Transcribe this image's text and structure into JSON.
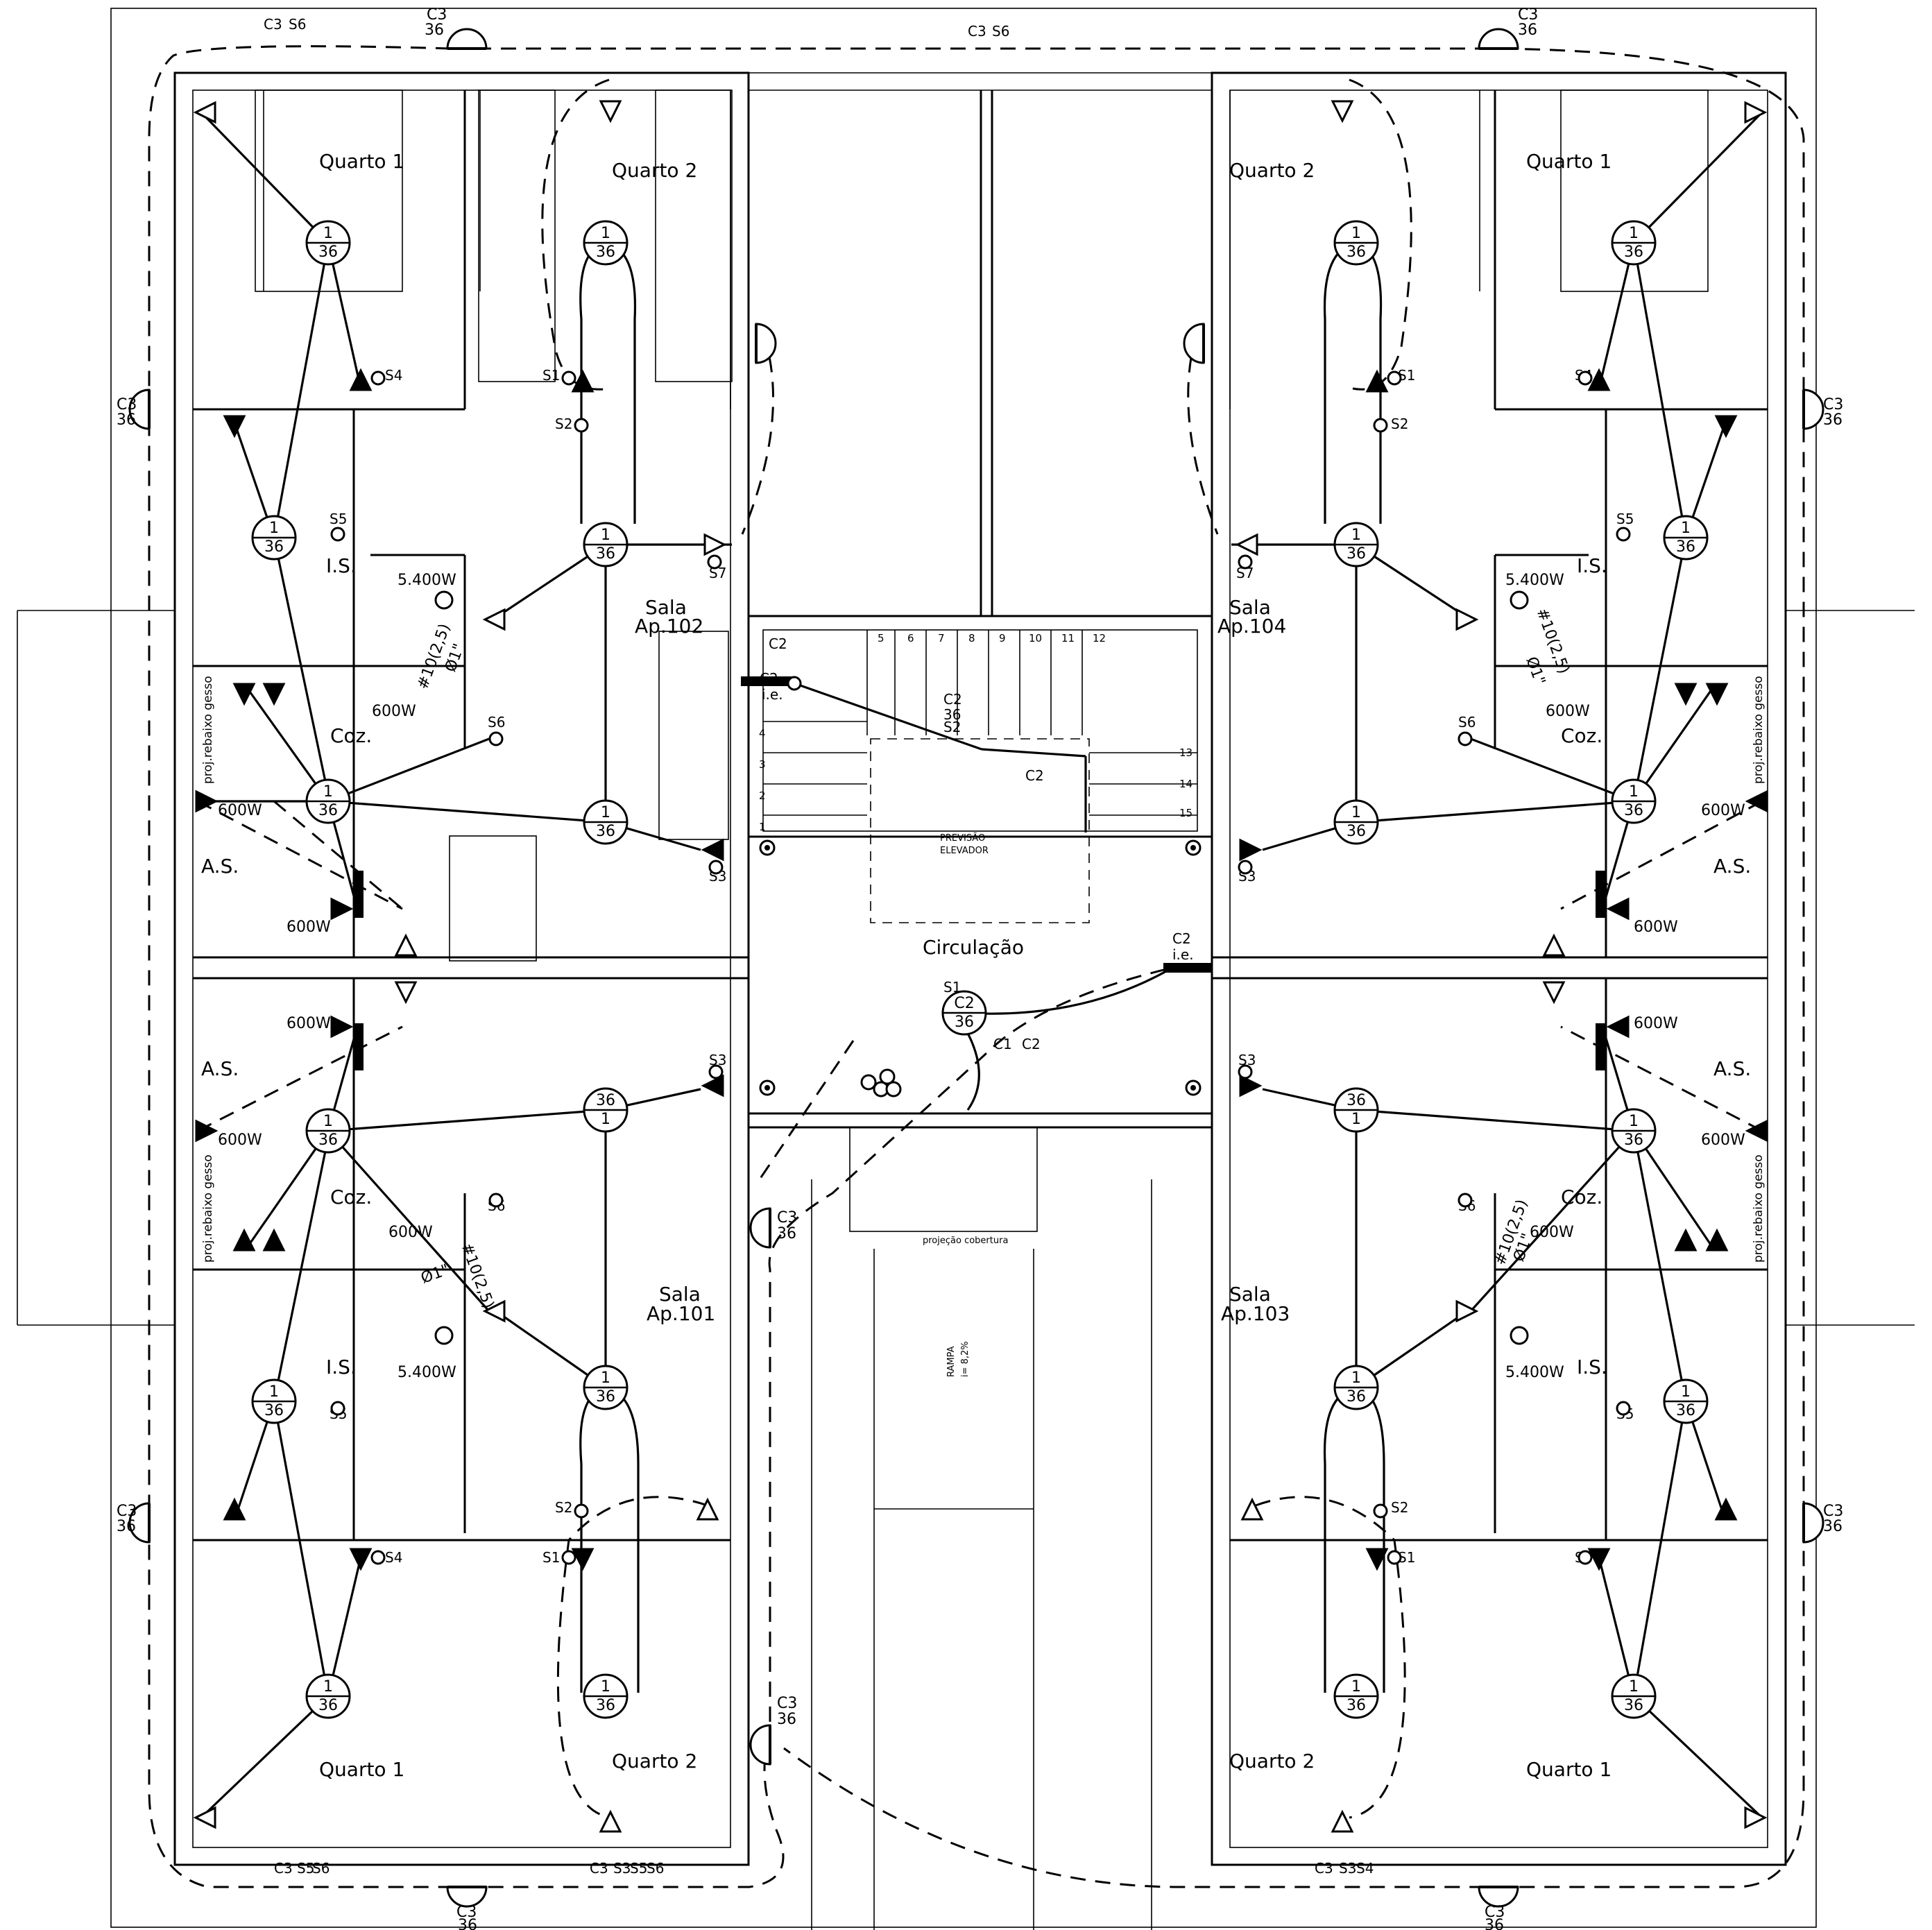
{
  "rooms": {
    "ap102": {
      "q1": "Quarto  1",
      "q2": "Quarto  2",
      "sala": "Sala",
      "ap": "Ap.102",
      "is": "I.S.",
      "coz": "Coz.",
      "as": "A.S."
    },
    "ap104": {
      "q1": "Quarto  1",
      "q2": "Quarto  2",
      "sala": "Sala",
      "ap": "Ap.104",
      "is": "I.S.",
      "coz": "Coz.",
      "as": "A.S."
    },
    "ap101": {
      "q1": "Quarto  1",
      "q2": "Quarto  2",
      "sala": "Sala",
      "ap": "Ap.101",
      "is": "I.S.",
      "coz": "Coz.",
      "as": "A.S."
    },
    "ap103": {
      "q1": "Quarto  1",
      "q2": "Quarto  2",
      "sala": "Sala",
      "ap": "Ap.103",
      "is": "I.S.",
      "coz": "Coz.",
      "as": "A.S."
    },
    "circulacao": "Circulação",
    "elevador": [
      "PREVISÃO",
      "ELEVADOR"
    ],
    "projecao": "projeção  cobertura",
    "rampa": [
      "RAMPA",
      "i= 8,2%"
    ],
    "gesso": "proj.rebaixo gesso"
  },
  "loads": {
    "shower": "5.400W",
    "outlet": "600W",
    "cable": "#10(2,5)",
    "conduit": "Ø1\""
  },
  "lamp": {
    "circuit": "1",
    "power": "36",
    "c2_circuit": "C2"
  },
  "circuits": {
    "c1": "C1",
    "c2": "C2",
    "c3": "C3",
    "ie": "i.e.",
    "s1": "S1",
    "s2": "S2",
    "s3": "S3",
    "s4": "S4",
    "s5": "S5",
    "s6": "S6",
    "s7": "S7",
    "n1": "1",
    "n2": "2",
    "n3": "3",
    "n4": "4",
    "n36": "36"
  },
  "stairs": [
    "1",
    "2",
    "3",
    "4",
    "5",
    "6",
    "7",
    "8",
    "9",
    "10",
    "11",
    "12",
    "13",
    "14",
    "15"
  ]
}
